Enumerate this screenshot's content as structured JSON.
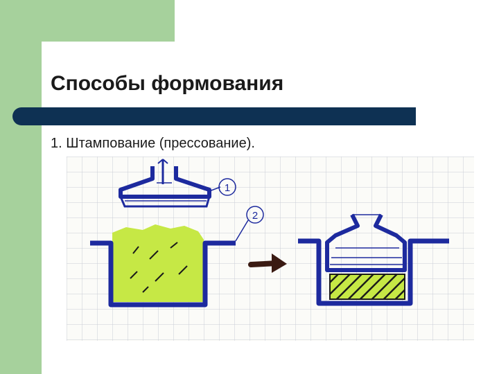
{
  "slide": {
    "title": "Способы формования",
    "item_1": "1. Штампование (прессование).",
    "diagram_labels": {
      "punch_label": "1",
      "mold_label": "2"
    }
  },
  "colors": {
    "accent_green": "#a6d19c",
    "title_bar": "#0e3153",
    "ink_blue": "#1d2a9e",
    "mass_green": "#c6e845",
    "arrow_brown": "#3a1a12",
    "grid_line": "#c9cdd6"
  }
}
